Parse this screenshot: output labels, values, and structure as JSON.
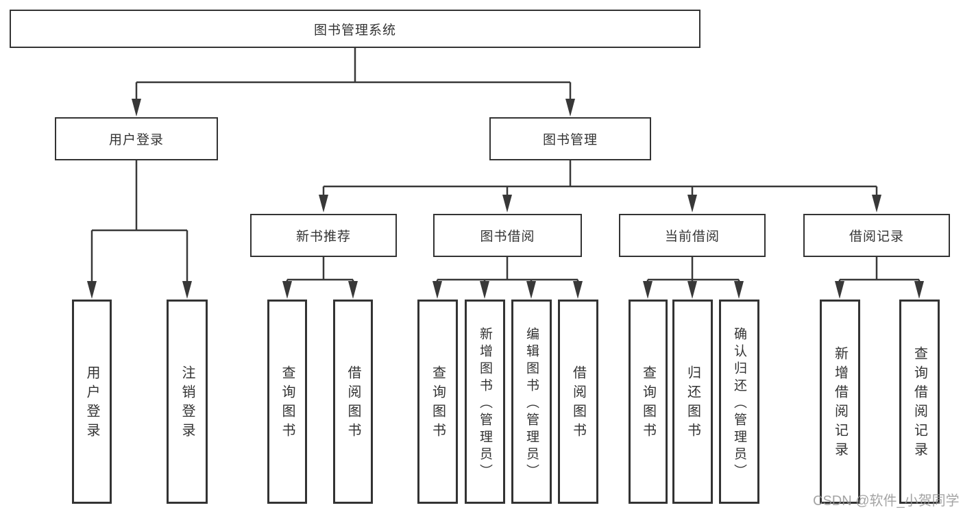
{
  "diagram_title": "图书管理系统",
  "colors": {
    "line": "#383838",
    "box_border": "#333333",
    "text": "#333333",
    "watermark": "#949494",
    "background": "#ffffff"
  },
  "nodes": {
    "root": {
      "label": "图书管理系统"
    },
    "level2": [
      {
        "id": "user-login",
        "label": "用户登录"
      },
      {
        "id": "book-management",
        "label": "图书管理"
      }
    ],
    "level3": [
      {
        "id": "new-book-recommend",
        "label": "新书推荐"
      },
      {
        "id": "book-borrowing",
        "label": "图书借阅"
      },
      {
        "id": "current-borrowing",
        "label": "当前借阅"
      },
      {
        "id": "borrowing-records",
        "label": "借阅记录"
      }
    ],
    "leaves": [
      {
        "id": "leaf-user-login",
        "parent": "user-login",
        "label": "用户登录"
      },
      {
        "id": "leaf-logout",
        "parent": "user-login",
        "label": "注销登录"
      },
      {
        "id": "leaf-query-books-1",
        "parent": "new-book-recommend",
        "label": "查询图书"
      },
      {
        "id": "leaf-borrow-books-1",
        "parent": "new-book-recommend",
        "label": "借阅图书"
      },
      {
        "id": "leaf-query-books-2",
        "parent": "book-borrowing",
        "label": "查询图书"
      },
      {
        "id": "leaf-add-books",
        "parent": "book-borrowing",
        "label": "新增图书（管理员）"
      },
      {
        "id": "leaf-edit-books",
        "parent": "book-borrowing",
        "label": "编辑图书（管理员）"
      },
      {
        "id": "leaf-borrow-books-2",
        "parent": "book-borrowing",
        "label": "借阅图书"
      },
      {
        "id": "leaf-query-books-3",
        "parent": "current-borrowing",
        "label": "查询图书"
      },
      {
        "id": "leaf-return-books",
        "parent": "current-borrowing",
        "label": "归还图书"
      },
      {
        "id": "leaf-confirm-return",
        "parent": "current-borrowing",
        "label": "确认归还（管理员）"
      },
      {
        "id": "leaf-add-borrow-record",
        "parent": "borrowing-records",
        "label": "新增借阅记录"
      },
      {
        "id": "leaf-query-borrow-record",
        "parent": "borrowing-records",
        "label": "查询借阅记录"
      }
    ]
  },
  "watermark": "CSDN @软件_小贺同学"
}
